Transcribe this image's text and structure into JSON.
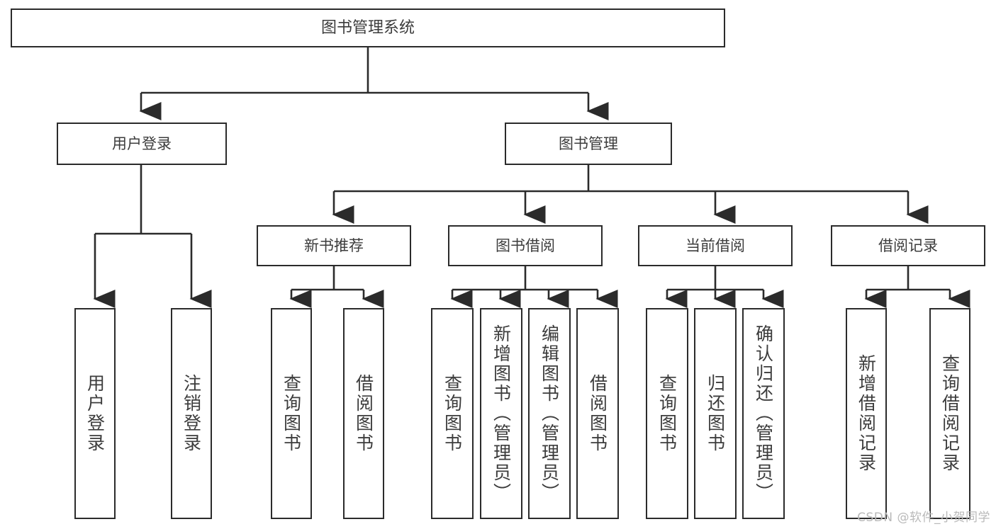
{
  "diagram": {
    "type": "tree",
    "title": "图书管理系统",
    "root": {
      "label": "图书管理系统"
    },
    "level2": [
      {
        "label": "用户登录"
      },
      {
        "label": "图书管理"
      }
    ],
    "level3": [
      {
        "label": "新书推荐"
      },
      {
        "label": "图书借阅"
      },
      {
        "label": "当前借阅"
      },
      {
        "label": "借阅记录"
      }
    ],
    "leaves": {
      "user_login": [
        {
          "label": "用户登录"
        },
        {
          "label": "注销登录"
        }
      ],
      "new_book_recommend": [
        {
          "label": "查询图书"
        },
        {
          "label": "借阅图书"
        }
      ],
      "book_borrow": [
        {
          "label": "查询图书"
        },
        {
          "label": "新增图书（管理员）"
        },
        {
          "label": "编辑图书（管理员）"
        },
        {
          "label": "借阅图书"
        }
      ],
      "current_borrow": [
        {
          "label": "查询图书"
        },
        {
          "label": "归还图书"
        },
        {
          "label": "确认归还（管理员）"
        }
      ],
      "borrow_record": [
        {
          "label": "新增借阅记录"
        },
        {
          "label": "查询借阅记录"
        }
      ]
    }
  },
  "watermark": {
    "text": "CSDN @软件_小贺同学"
  },
  "colors": {
    "stroke": "#2b2b2b",
    "text": "#3c3c3c",
    "background": "#ffffff",
    "watermark": "#b9b9b9"
  }
}
